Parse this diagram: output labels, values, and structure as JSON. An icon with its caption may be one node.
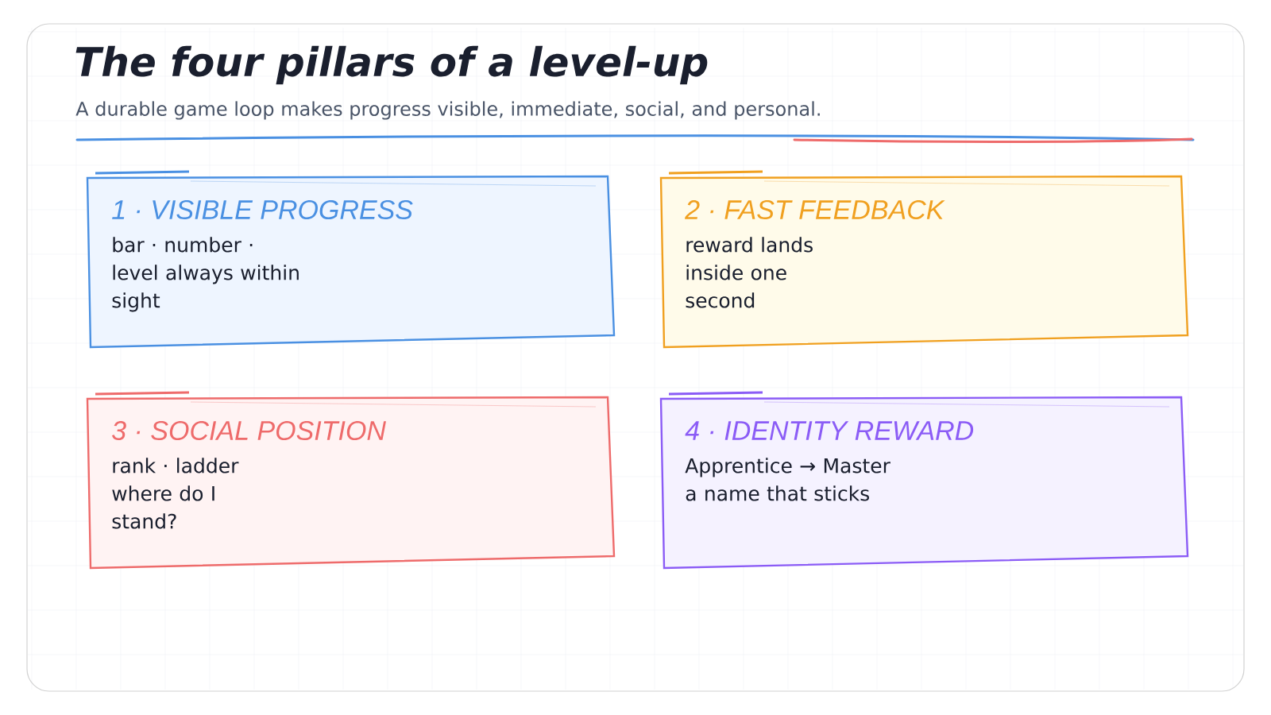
{
  "diagram": {
    "title": "The four pillars of a level-up",
    "nodes": [
      {
        "text": [
          "1 · VISIBLE PROGRESS",
          "bar · number · level always within sight"
        ]
      },
      {
        "text": [
          "2 · FAST FEEDBACK",
          "reward lands inside one second"
        ]
      },
      {
        "text": [
          "3 · SOCIAL POSITION",
          "rank · ladder where do I stand?"
        ]
      },
      {
        "text": [
          "4 · IDENTITY REWARD",
          "Apprentice → Master a name that sticks"
        ]
      }
    ],
    "labels": [
      "A durable game loop makes progress visible, immediate, social, and personal."
    ]
  }
}
